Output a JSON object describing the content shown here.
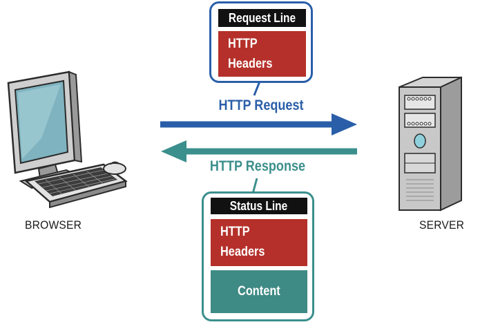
{
  "nodes": {
    "browser_label": "BROWSER",
    "server_label": "SERVER"
  },
  "request": {
    "label": "HTTP Request",
    "start_line": "Request Line",
    "headers_line1": "HTTP",
    "headers_line2": "Headers"
  },
  "response": {
    "label": "HTTP Response",
    "start_line": "Status Line",
    "headers_line1": "HTTP",
    "headers_line2": "Headers",
    "content": "Content"
  },
  "colors": {
    "request_blue": "#2a5ea8",
    "response_teal": "#3b8f8c",
    "headers_red": "#b5302a",
    "content_teal": "#3e8a84",
    "start_line_black": "#111111"
  },
  "icons": {
    "browser": "desktop-computer-icon",
    "server": "tower-server-icon"
  }
}
